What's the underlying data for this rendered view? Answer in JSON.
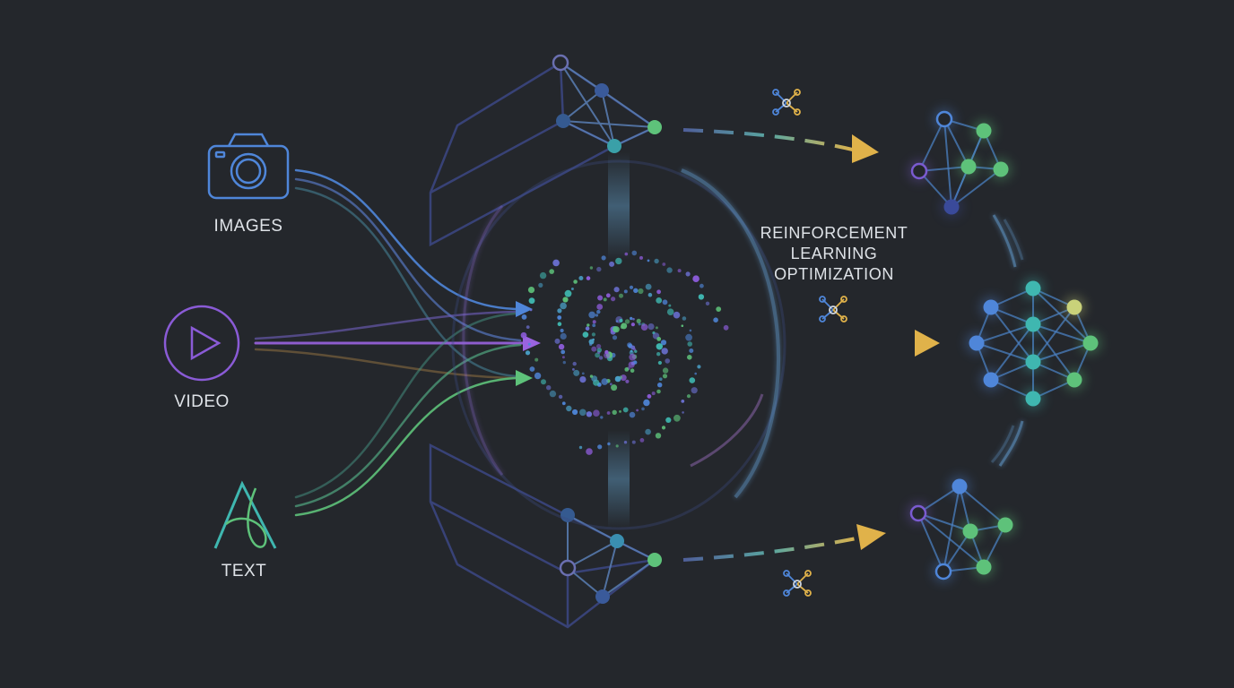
{
  "inputs": {
    "images_label": "IMAGES",
    "video_label": "VIDEO",
    "text_label": "TEXT"
  },
  "optimization": {
    "lines": [
      "REINFORCEMENT",
      "LEARNING",
      "OPTIMIZATION"
    ]
  },
  "icons": {
    "images": "camera-icon",
    "video": "play-icon",
    "text": "letter-a-icon",
    "small_nodes": "network-node-icon"
  },
  "colors": {
    "background": "#24272c",
    "blue": "#4f86d9",
    "purple": "#8a5bd6",
    "green": "#5ec27a",
    "teal": "#3fb7b0",
    "gold": "#e0b24a",
    "frame": "#3a4a7a",
    "text": "#dfe3e8"
  }
}
